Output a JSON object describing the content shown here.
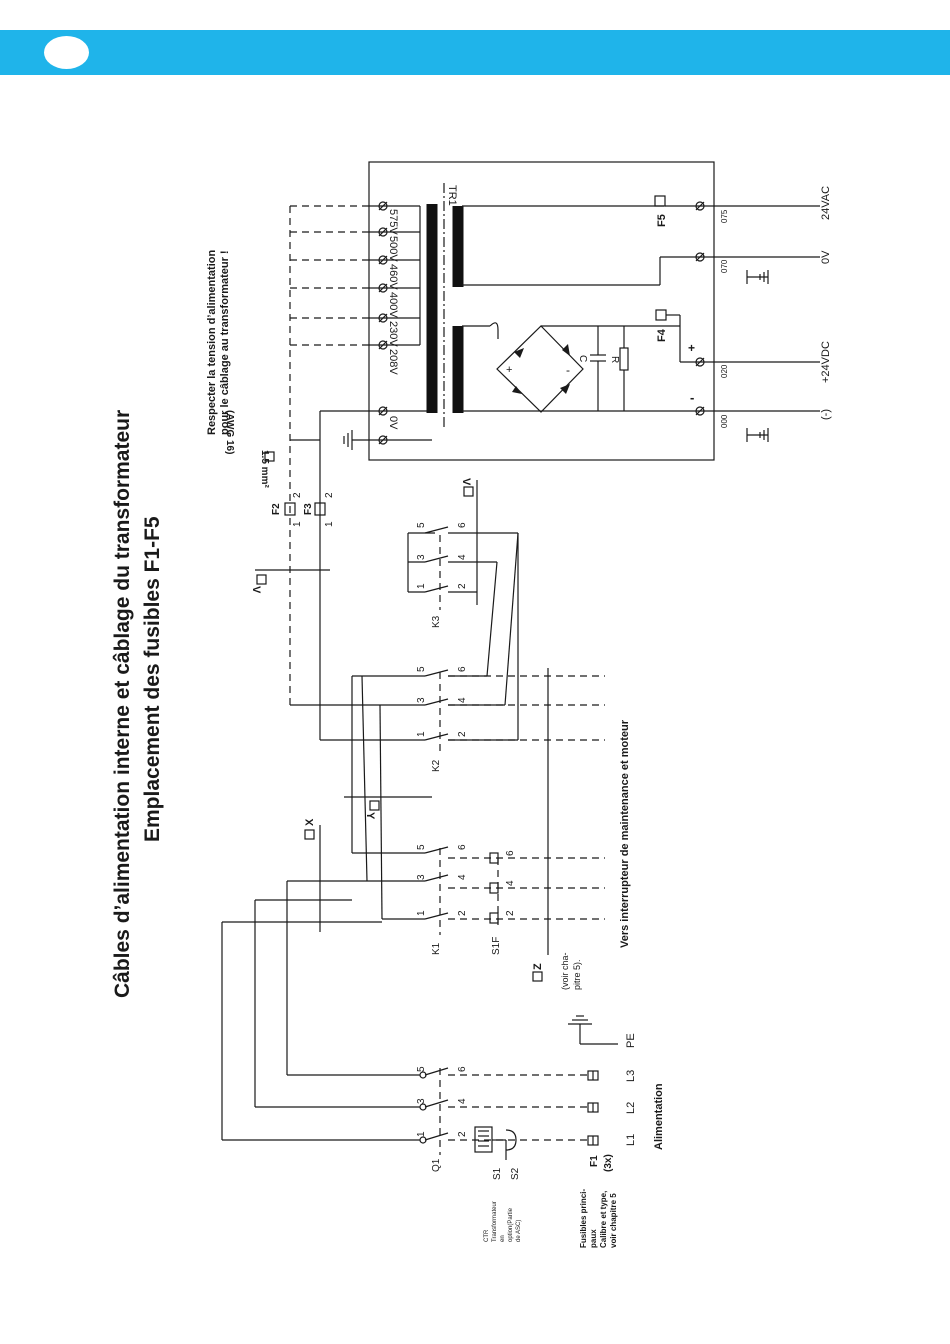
{
  "header": {
    "color": "#1fb4ea"
  },
  "title": {
    "line1": "Câbles d’alimentation interne et câblage du transformateur",
    "line2": "Emplacement des fusibles F1-F5"
  },
  "warning": {
    "line1": "Respecter la tension d’alimentation",
    "line2": "pour le câblage au transformateur  !"
  },
  "transformer": {
    "label": "TR1",
    "taps": [
      "575V",
      "500V",
      "460V",
      "400V",
      "230V",
      "208V",
      "0V"
    ],
    "capacitor": "C",
    "resistor": "R",
    "fuses": [
      "F5",
      "F4"
    ],
    "terminal_numbers": [
      "075",
      "070",
      "020",
      "000"
    ],
    "outputs": [
      "24VAC",
      "0V",
      "+24VDC",
      "(-)"
    ],
    "signs": {
      "plus": "+",
      "minus": "-"
    }
  },
  "wire_size": {
    "area": "1.5 mm²",
    "awg": "(AWG 16)"
  },
  "markers": {
    "V": "V",
    "X": "X",
    "Y": "Y",
    "Z": "Z"
  },
  "small_fuses": [
    "F2",
    "F3"
  ],
  "pin_1": "1",
  "pin_2": "2",
  "contacts": [
    "1",
    "3",
    "5",
    "2",
    "4",
    "6"
  ],
  "contactors": [
    "K1",
    "K2",
    "K3"
  ],
  "switch": "S1F",
  "main_switch": "Q1",
  "sensors": [
    "S1",
    "S2"
  ],
  "z_note": [
    "(voir cha-",
    "pitre 5)."
  ],
  "motor_text": "Vers interrupteur de maintenance et moteur",
  "supply": {
    "phases": [
      "L1",
      "L2",
      "L3"
    ],
    "pe": "PE",
    "label": "Alimentation"
  },
  "main_fuses": {
    "name": "F1",
    "count": "(3x)",
    "note": [
      "Fusibles princi-",
      "paux",
      "Calibre et type,",
      "voir chapitre 5"
    ]
  },
  "ctr_note": [
    "CTR",
    "Transformateur",
    "en",
    "option(Partie",
    "de ASC)"
  ]
}
